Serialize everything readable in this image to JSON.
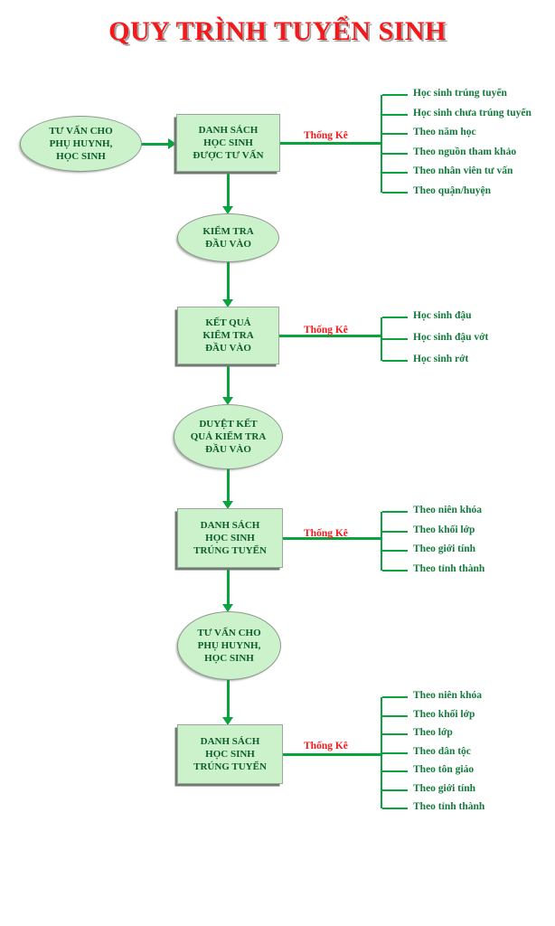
{
  "title": "QUY TRÌNH TUYỂN SINH",
  "colors": {
    "title_red": "#f5191b",
    "line_green": "#0aa33f",
    "node_fill": "#ccf2cc",
    "node_text": "#0b5c2b",
    "branch_text": "#137a3c",
    "stat_label": "#f5191b"
  },
  "nodes": [
    {
      "id": "tu-van-cho-phu-huynh-hoc-sinh-1",
      "shape": "ellipse",
      "lines": [
        "TƯ VẤN CHO",
        "PHỤ HUYNH,",
        "HỌC SINH"
      ]
    },
    {
      "id": "danh-sach-hoc-sinh-duoc-tu-van",
      "shape": "rect",
      "lines": [
        "DANH SÁCH",
        "HỌC SINH",
        "ĐƯỢC TƯ VẤN"
      ]
    },
    {
      "id": "kiem-tra-dau-vao",
      "shape": "ellipse",
      "lines": [
        "KIỂM TRA",
        "ĐẦU VÀO"
      ]
    },
    {
      "id": "ket-qua-kiem-tra-dau-vao",
      "shape": "rect",
      "lines": [
        "KẾT QUẢ",
        "KIỂM TRA",
        "ĐẦU VÀO"
      ]
    },
    {
      "id": "duyet-ket-qua-kiem-tra-dau-vao",
      "shape": "ellipse",
      "lines": [
        "DUYỆT KẾT",
        "QUẢ KIỂM TRA",
        "ĐẦU VÀO"
      ]
    },
    {
      "id": "danh-sach-hoc-sinh-trung-tuyen-1",
      "shape": "rect",
      "lines": [
        "DANH SÁCH",
        "HỌC SINH",
        "TRÚNG TUYỂN"
      ]
    },
    {
      "id": "tu-van-cho-phu-huynh-hoc-sinh-2",
      "shape": "ellipse",
      "lines": [
        "TƯ VẤN CHO",
        "PHỤ HUYNH,",
        "HỌC SINH"
      ]
    },
    {
      "id": "danh-sach-hoc-sinh-trung-tuyen-2",
      "shape": "rect",
      "lines": [
        "DANH SÁCH",
        "HỌC SINH",
        "TRÚNG TUYỂN"
      ]
    }
  ],
  "branches": [
    {
      "id": "branch-danh-sach-duoc-tu-van",
      "label": "Thống Kê",
      "items": [
        "Học sinh trúng tuyển",
        "Học sinh chưa trúng tuyển",
        "Theo năm học",
        "Theo nguồn tham khảo",
        "Theo nhân viên tư vấn",
        "Theo quận/huyện"
      ]
    },
    {
      "id": "branch-ket-qua-kiem-tra",
      "label": "Thống Kê",
      "items": [
        "Học sinh đậu",
        "Học sinh đậu vớt",
        "Học sinh rớt"
      ]
    },
    {
      "id": "branch-trung-tuyen-1",
      "label": "Thống Kê",
      "items": [
        "Theo niên khóa",
        "Theo khối lớp",
        "Theo giới tính",
        "Theo tỉnh thành"
      ]
    },
    {
      "id": "branch-trung-tuyen-2",
      "label": "Thống Kê",
      "items": [
        "Theo niên khóa",
        "Theo khối lớp",
        "Theo lớp",
        "Theo dân tộc",
        "Theo tôn giáo",
        "Theo giới tính",
        "Theo tỉnh thành"
      ]
    }
  ]
}
